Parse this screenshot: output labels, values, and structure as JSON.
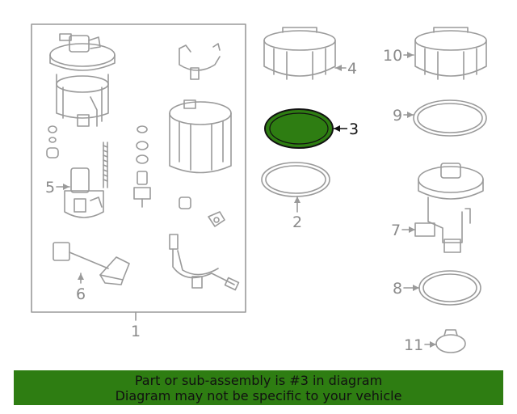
{
  "diagram": {
    "callouts": {
      "p1": "1",
      "p2": "2",
      "p3": "3",
      "p4": "4",
      "p5": "5",
      "p6": "6",
      "p7": "7",
      "p8": "8",
      "p9": "9",
      "p10": "10",
      "p11": "11"
    },
    "highlight_part": "3",
    "colors": {
      "line": "#9a9a9a",
      "highlight_fill": "#2e7d12",
      "highlight_stroke": "#111111"
    }
  },
  "banner": {
    "line1": "Part or sub-assembly is #3 in diagram",
    "line2": "Diagram may not be specific to your vehicle",
    "color": "#2e7d12"
  }
}
